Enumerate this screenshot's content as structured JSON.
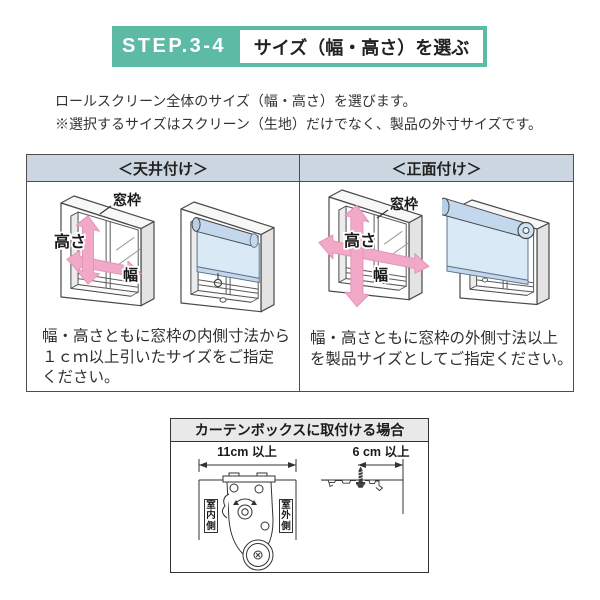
{
  "colors": {
    "accent_teal": "#5dbaa4",
    "table_header_bg": "#ccd6e0",
    "box_header_bg": "#e9e9e9",
    "arrow_pink": "#f2a9c7",
    "screen_blue": "#d9e9f6",
    "roller_blue": "#c3d8ec"
  },
  "header": {
    "step": "STEP.3-4",
    "title": "サイズ（幅・高さ）を選ぶ"
  },
  "intro": {
    "line1": "ロールスクリーン全体のサイズ（幅・高さ）を選びます。",
    "line2": "※選択するサイズはスクリーン（生地）だけでなく、製品の外寸サイズです。"
  },
  "table": {
    "left": {
      "header": "＜天井付け＞",
      "frame_label": "窓枠",
      "height_label": "高さ",
      "width_label": "幅",
      "caption_lines": [
        "幅・高さともに窓枠の内側寸法から",
        "１ｃｍ以上引いたサイズをご指定",
        "ください。"
      ]
    },
    "right": {
      "header": "＜正面付け＞",
      "frame_label": "窓枠",
      "height_label": "高さ",
      "width_label": "幅",
      "caption_lines": [
        "幅・高さともに窓枠の外側寸法以上",
        "を製品サイズとしてご指定ください。"
      ]
    }
  },
  "curtain_box": {
    "title": "カーテンボックスに取付ける場合",
    "left_dimension": "11cm 以上",
    "right_dimension": "6 cm 以上",
    "inner_side_label": "室内側",
    "outer_side_label": "室外側"
  }
}
